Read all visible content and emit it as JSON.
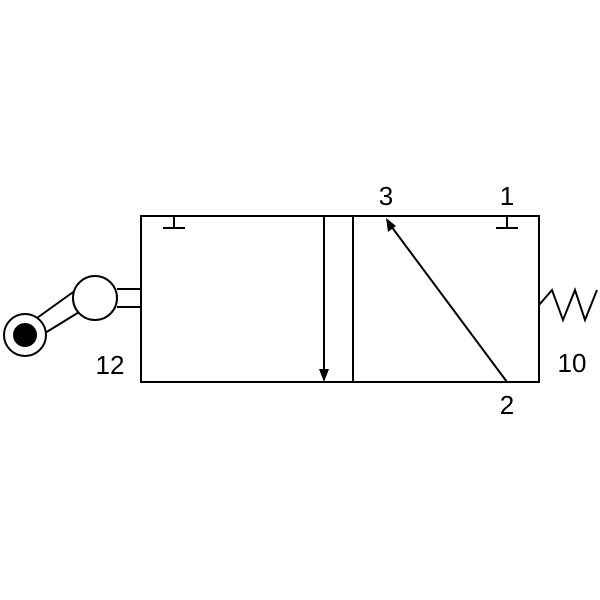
{
  "diagram": {
    "ports": {
      "port_1": "1",
      "port_2": "2",
      "port_3": "3",
      "port_10": "10",
      "port_12": "12"
    },
    "colors": {
      "stroke": "#000000",
      "background": "#ffffff",
      "pivot_fill": "#000000"
    },
    "icons": {
      "actuator": "roller-lever-icon",
      "return": "spring-return-icon",
      "closed_port": "blocked-port-icon",
      "flow": "flow-arrow-icon"
    }
  }
}
